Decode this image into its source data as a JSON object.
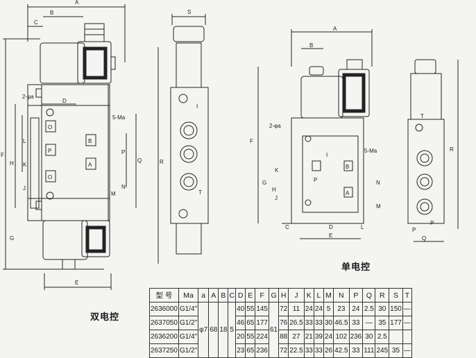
{
  "labels": {
    "double_caption": "双电控",
    "single_caption": "单电控",
    "dims": {
      "A": "A",
      "B": "B",
      "C": "C",
      "D": "D",
      "E": "E",
      "F": "F",
      "G": "G",
      "H": "H",
      "I": "I",
      "J": "J",
      "K": "K",
      "L": "L",
      "M": "M",
      "N": "N",
      "P": "P",
      "Q": "Q",
      "R": "R",
      "S": "S",
      "T": "T",
      "phi": "2-φa",
      "M5": "5-Ma"
    },
    "ports": {
      "O": "O",
      "P": "P",
      "A": "A",
      "B": "B"
    }
  },
  "table": {
    "headers": [
      "型  号",
      "Ma",
      "a",
      "A",
      "B",
      "C",
      "D",
      "E",
      "F",
      "G",
      "H",
      "J",
      "K",
      "L",
      "M",
      "N",
      "P",
      "Q",
      "R",
      "S",
      "T"
    ],
    "rows": [
      [
        "2636000",
        "G1/4\"",
        "40",
        "55",
        "145",
        "72",
        "11",
        "24",
        "24",
        "5",
        "23",
        "24",
        "2.5",
        "30",
        "150",
        "—"
      ],
      [
        "2637050",
        "G1/2\"",
        "46",
        "65",
        "177",
        "76",
        "26.5",
        "33",
        "33",
        "30",
        "46.5",
        "33",
        "—",
        "35",
        "177",
        "—"
      ],
      [
        "2636200",
        "G1/4\"",
        "20",
        "55",
        "224",
        "88",
        "27",
        "21",
        "39",
        "24",
        "102",
        "236",
        "30",
        "2.5"
      ],
      [
        "2637250",
        "G1/2\"",
        "23",
        "65",
        "236",
        "72",
        "22.5",
        "33",
        "33",
        "26",
        "42.5",
        "33",
        "111",
        "245",
        "35",
        "—"
      ]
    ],
    "merged": {
      "a": "φ7",
      "A": "68",
      "B": "18",
      "C": "5",
      "G": "61"
    }
  }
}
